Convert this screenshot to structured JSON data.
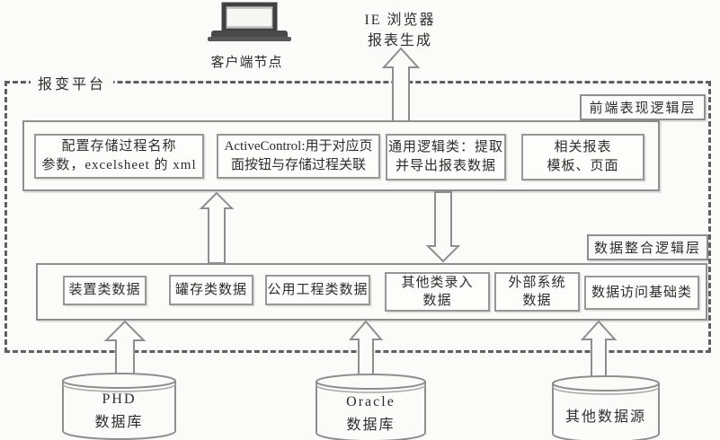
{
  "external": {
    "client_node_label": "客户端节点",
    "browser_title": "IE 浏览器",
    "browser_subtitle": "报表生成"
  },
  "platform": {
    "label": "报变平台",
    "front_layer": {
      "label": "前端表现逻辑层",
      "boxes": [
        {
          "line1": "配置存储过程名称",
          "line2": "参数，excelsheet 的 xml"
        },
        {
          "line1": "ActiveControl:用于对应页",
          "line2": "面按钮与存储过程关联"
        },
        {
          "line1": "通用逻辑类：提取",
          "line2": "并导出报表数据"
        },
        {
          "line1": "相关报表",
          "line2": "模板、页面"
        }
      ]
    },
    "data_layer": {
      "label": "数据整合逻辑层",
      "boxes": [
        {
          "line1": "装置类数据",
          "line2": ""
        },
        {
          "line1": "罐存类数据",
          "line2": ""
        },
        {
          "line1": "公用工程类数据",
          "line2": ""
        },
        {
          "line1": "其他类录入",
          "line2": "数据"
        },
        {
          "line1": "外部系统",
          "line2": "数据"
        },
        {
          "line1": "数据访问基础类",
          "line2": ""
        }
      ]
    }
  },
  "data_sources": [
    {
      "line1": "PHD",
      "line2": "数据库"
    },
    {
      "line1": "Oracle",
      "line2": "数据库"
    },
    {
      "line1": "其他数据源",
      "line2": ""
    }
  ],
  "icons": {
    "client_node": "laptop-icon",
    "arrow_style": "hollow-outline-arrow",
    "datasource_shape": "database-cylinder"
  },
  "colors": {
    "line": "#8e8e8e",
    "dash_border": "#5f5f5f",
    "text": "#2d2d2d",
    "box_bg": "#fdfdfc",
    "page_bg": "#fbfbfa",
    "laptop_dark": "#4a4a4a"
  }
}
